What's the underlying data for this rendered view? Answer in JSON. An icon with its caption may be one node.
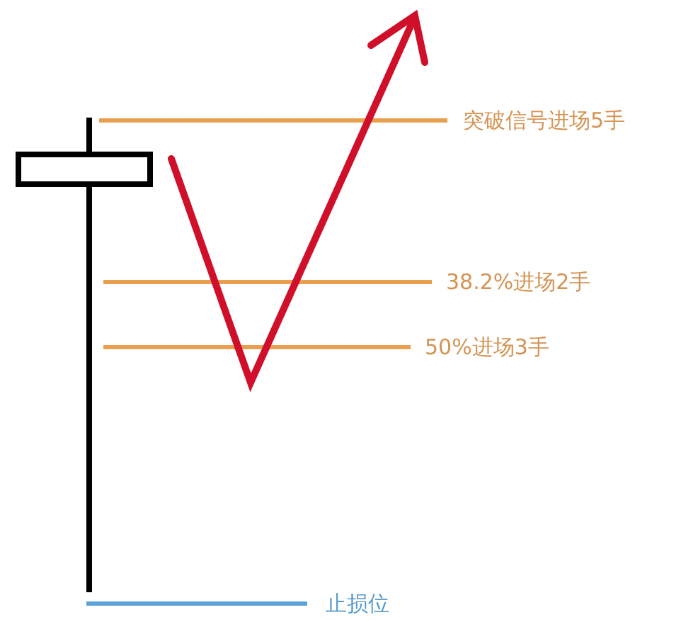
{
  "diagram": {
    "labels": [
      "突破信号进场5手",
      "38.2%进场2手",
      "50%进场3手",
      "止损位"
    ]
  }
}
